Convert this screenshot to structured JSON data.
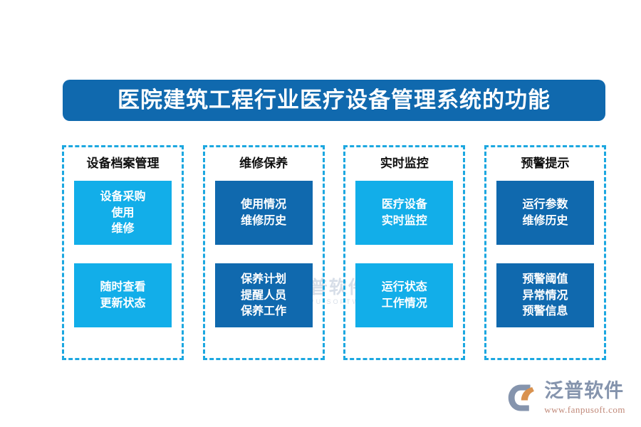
{
  "header": {
    "title": "医院建筑工程行业医疗设备管理系统的功能"
  },
  "colors": {
    "title_bar": "#1069AE",
    "dashed_border": "#1CA7E0",
    "box_light": "#12AEE9",
    "box_dark": "#1069AE",
    "header_text": "#111111",
    "logo_cn": "#8594AD",
    "logo_url": "#C08878"
  },
  "columns": [
    {
      "header": "设备档案管理",
      "boxes": [
        {
          "style": "light",
          "lines": [
            "设备采购",
            "使用",
            "维修"
          ]
        },
        {
          "style": "light",
          "lines": [
            "随时查看",
            "更新状态"
          ]
        }
      ]
    },
    {
      "header": "维修保养",
      "boxes": [
        {
          "style": "dark",
          "lines": [
            "使用情况",
            "维修历史"
          ]
        },
        {
          "style": "dark",
          "lines": [
            "保养计划",
            "提醒人员",
            "保养工作"
          ]
        }
      ]
    },
    {
      "header": "实时监控",
      "boxes": [
        {
          "style": "light",
          "lines": [
            "医疗设备",
            "实时监控"
          ]
        },
        {
          "style": "light",
          "lines": [
            "运行状态",
            "工作情况"
          ]
        }
      ]
    },
    {
      "header": "预警提示",
      "boxes": [
        {
          "style": "dark",
          "lines": [
            "运行参数",
            "维修历史"
          ]
        },
        {
          "style": "dark",
          "lines": [
            "预警阈值",
            "异常情况",
            "预警信息"
          ]
        }
      ]
    }
  ],
  "watermark_center": {
    "name_cn": "泛普软件",
    "name_en": "PANPU SOFTWARE"
  },
  "logo": {
    "name_cn": "泛普软件",
    "url": "www.fanpusoft.com"
  }
}
